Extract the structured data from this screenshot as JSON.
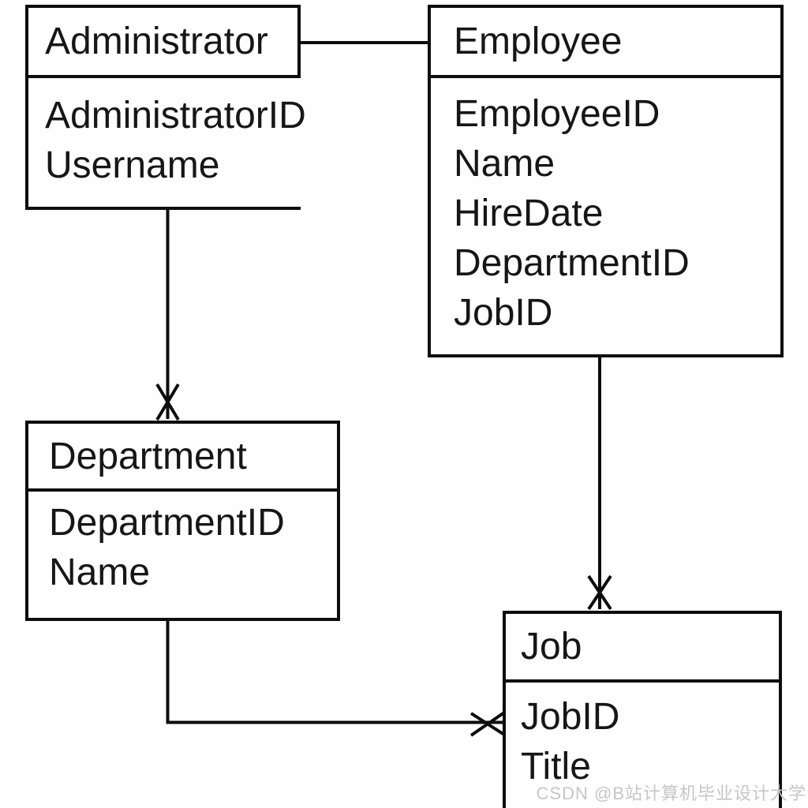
{
  "diagram": {
    "type": "entity-relationship",
    "entities": {
      "administrator": {
        "title": "Administrator",
        "fields": [
          "AdministratorID",
          "Username"
        ]
      },
      "employee": {
        "title": "Employee",
        "fields": [
          "EmployeeID",
          "Name",
          "HireDate",
          "DepartmentID",
          "JobID"
        ]
      },
      "department": {
        "title": "Department",
        "fields": [
          "DepartmentID",
          "Name"
        ]
      },
      "job": {
        "title": "Job",
        "fields": [
          "JobID",
          "Title"
        ]
      }
    },
    "relationships": [
      {
        "from": "Administrator",
        "to": "Employee",
        "marker": "none"
      },
      {
        "from": "Administrator",
        "to": "Department",
        "marker": "x-at-department"
      },
      {
        "from": "Employee",
        "to": "Job",
        "marker": "x-at-job"
      },
      {
        "from": "Department",
        "to": "Job",
        "marker": "x-at-job"
      }
    ],
    "colors": {
      "line": "#0d0d0d",
      "background": "#fefefe",
      "text": "#161616",
      "watermark": "#c6c6c6"
    }
  },
  "watermark": {
    "text": "CSDN @B站计算机毕业设计大学"
  }
}
